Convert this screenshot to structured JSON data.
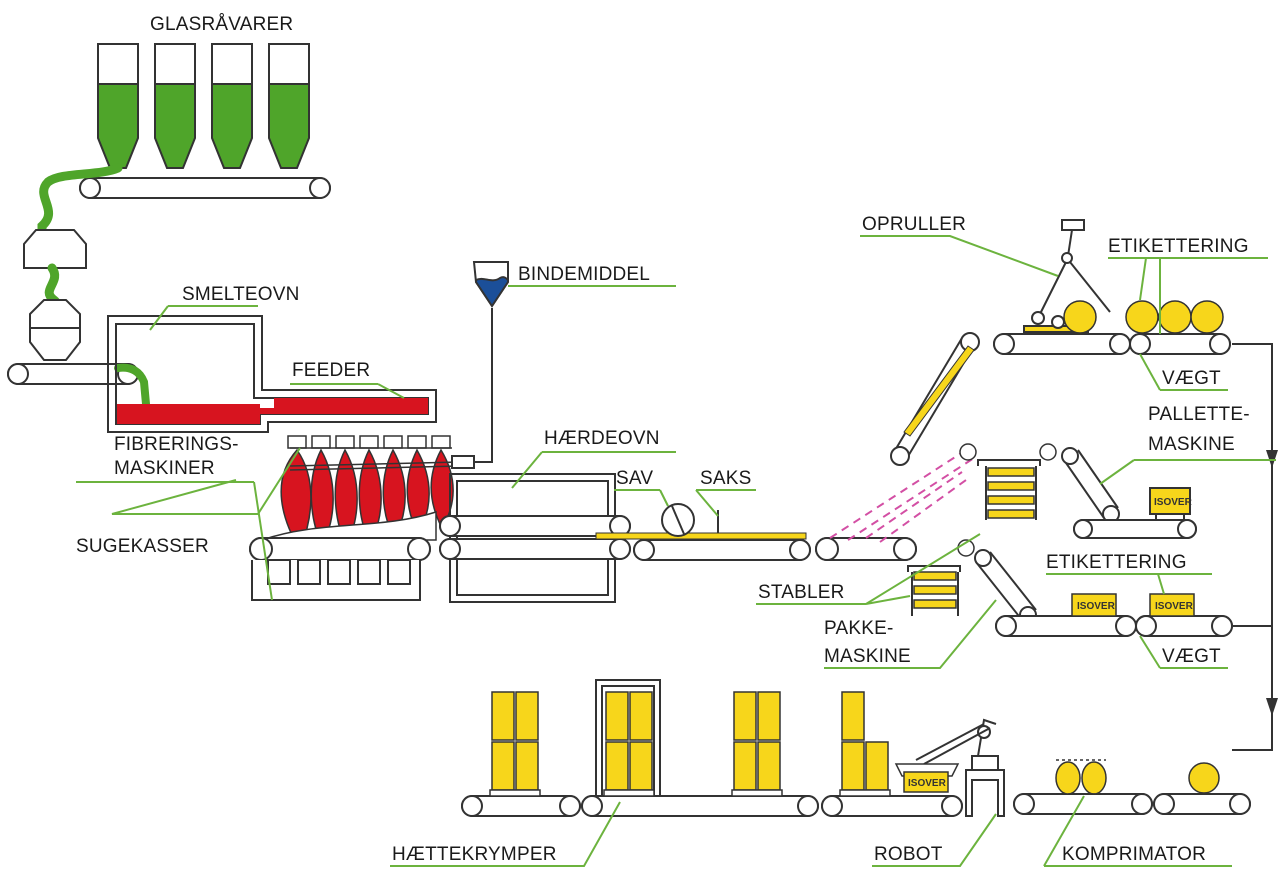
{
  "colors": {
    "glass_green": "#4fa52a",
    "melt_red": "#d7141f",
    "binder_blue": "#1b4f99",
    "product_yellow": "#f7d61b",
    "magenta_dash": "#d34fa4",
    "leader_green": "#6cb33e",
    "outline": "#333333"
  },
  "labels": {
    "glasravarer": "GLASRÅVARER",
    "smelteovn": "SMELTEOVN",
    "feeder": "FEEDER",
    "bindemiddel": "BINDEMIDDEL",
    "fibrerings_1": "FIBRERINGS-",
    "fibrerings_2": "MASKINER",
    "sugekasser": "SUGEKASSER",
    "haerdeovn": "HÆRDEOVN",
    "sav": "SAV",
    "saks": "SAKS",
    "opruller": "OPRULLER",
    "etikettering_top": "ETIKETTERING",
    "vaegt_top": "VÆGT",
    "pallette_1": "PALLETTE-",
    "pallette_2": "MASKINE",
    "stabler": "STABLER",
    "etikettering_mid": "ETIKETTERING",
    "pakke_1": "PAKKE-",
    "pakke_2": "MASKINE",
    "vaegt_mid": "VÆGT",
    "haettekrymper": "HÆTTEKRYMPER",
    "robot": "ROBOT",
    "komprimator": "KOMPRIMATOR"
  },
  "brand": "ISOVER"
}
